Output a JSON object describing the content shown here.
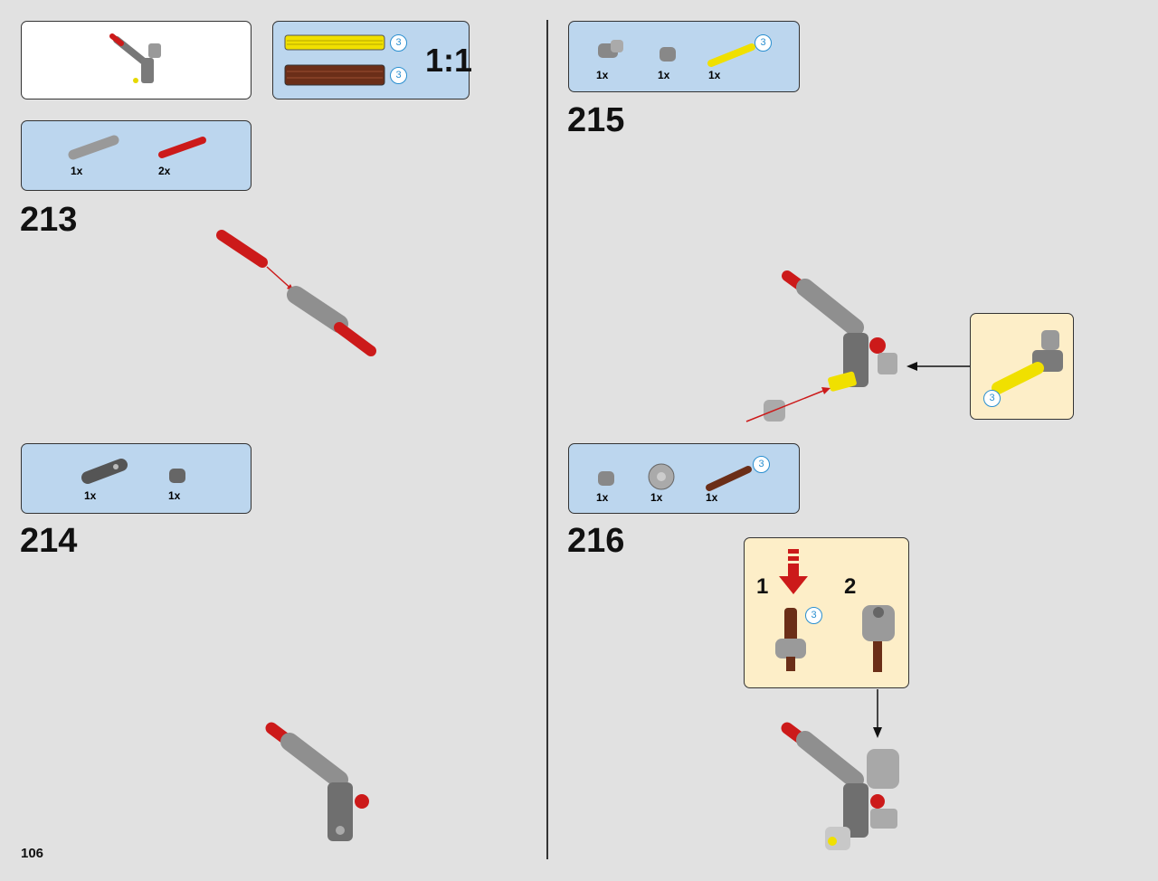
{
  "page_number": "106",
  "scale_label": "1:1",
  "steps": [
    {
      "number": "213"
    },
    {
      "number": "214"
    },
    {
      "number": "215"
    },
    {
      "number": "216"
    }
  ],
  "part_lists": {
    "step213": [
      "1x",
      "2x"
    ],
    "step214": [
      "1x",
      "1x"
    ],
    "step215": [
      "1x",
      "1x",
      "1x"
    ],
    "step216": [
      "1x",
      "1x",
      "1x"
    ]
  },
  "length_badges": {
    "ruler_yellow": "3",
    "ruler_brown": "3",
    "step215_axle": "3",
    "step215_callout": "3",
    "step216_axle": "3",
    "step216_callout": "3"
  },
  "substeps": [
    "1",
    "2"
  ],
  "colors": {
    "background": "#e1e1e1",
    "parts_box": "#bcd6ee",
    "callout_box": "#fdeec8",
    "red_part": "#cc1a1a",
    "yellow_part": "#f0e000",
    "brown_part": "#6b2e18",
    "gray_part": "#8a8a8a"
  }
}
